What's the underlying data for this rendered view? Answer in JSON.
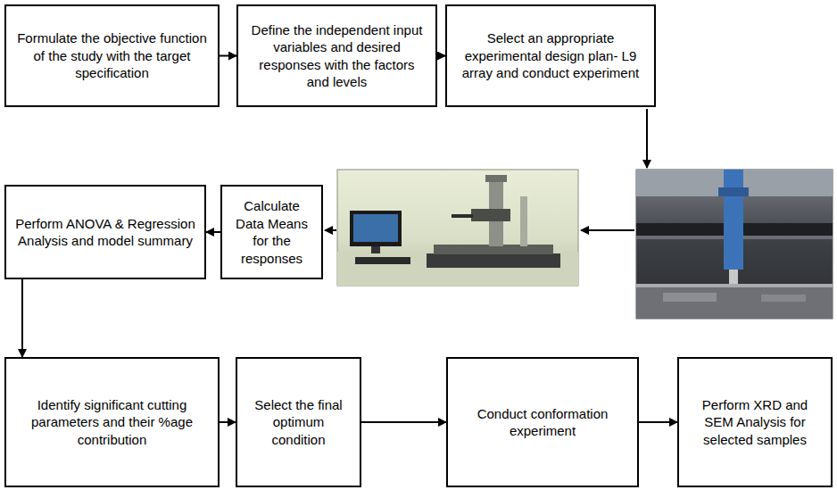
{
  "diagram": {
    "nodes": [
      {
        "text": [
          "Formulate the objective function of the study with the target specification"
        ]
      },
      {
        "text": [
          "Define the independent input variables and desired responses with the factors and levels"
        ]
      },
      {
        "text": [
          "Select an appropriate experimental design plan- L9 array and conduct experiment"
        ]
      },
      {
        "text": [
          "Perform ANOVA & Regression Analysis and model summary"
        ]
      },
      {
        "text": [
          "Calculate Data Means for the responses"
        ]
      },
      {
        "text": [
          "Identify significant cutting parameters and their %age contribution"
        ]
      },
      {
        "text": [
          "Select the final optimum condition"
        ]
      },
      {
        "text": [
          "Conduct conformation experiment"
        ]
      },
      {
        "text": [
          "Perform XRD and SEM Analysis for selected samples"
        ]
      }
    ],
    "edges": [
      {
        "from": 0,
        "to": 1,
        "arrow": "to"
      },
      {
        "from": 1,
        "to": 2,
        "arrow": "to"
      },
      {
        "from": 4,
        "to": 3,
        "arrow": "to"
      },
      {
        "from": 3,
        "to": 5,
        "arrow": "to"
      },
      {
        "from": 5,
        "to": 6,
        "arrow": "to"
      },
      {
        "from": 6,
        "to": 7,
        "arrow": "to"
      },
      {
        "from": 7,
        "to": 8,
        "arrow": "to"
      }
    ]
  }
}
